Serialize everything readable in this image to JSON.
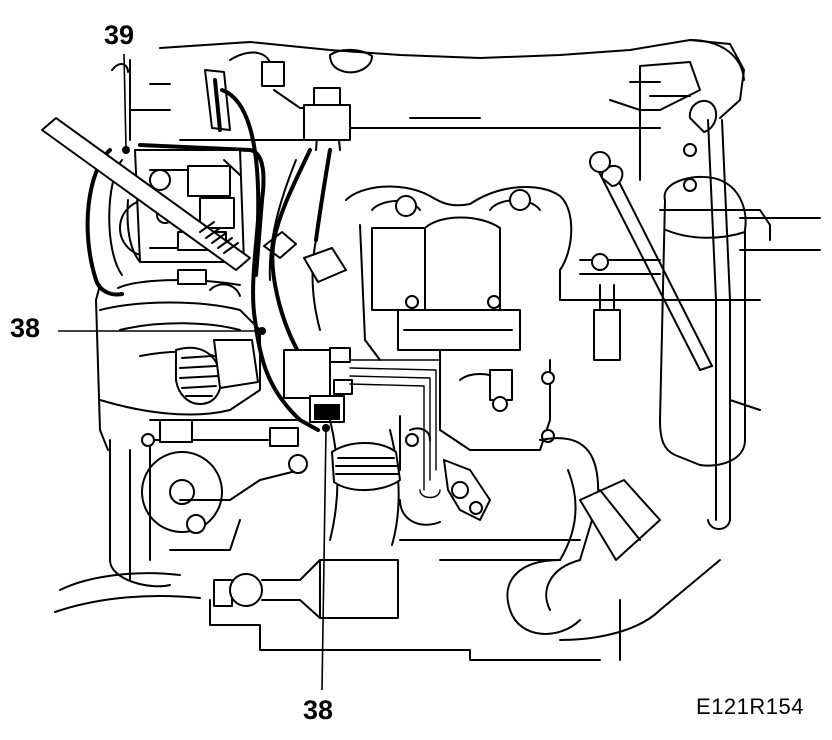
{
  "diagram": {
    "callouts": {
      "top_left": "39",
      "left": "38",
      "bottom": "38"
    },
    "figure_reference": "E121R154",
    "stroke_color": "#000000",
    "background_color": "#ffffff"
  }
}
